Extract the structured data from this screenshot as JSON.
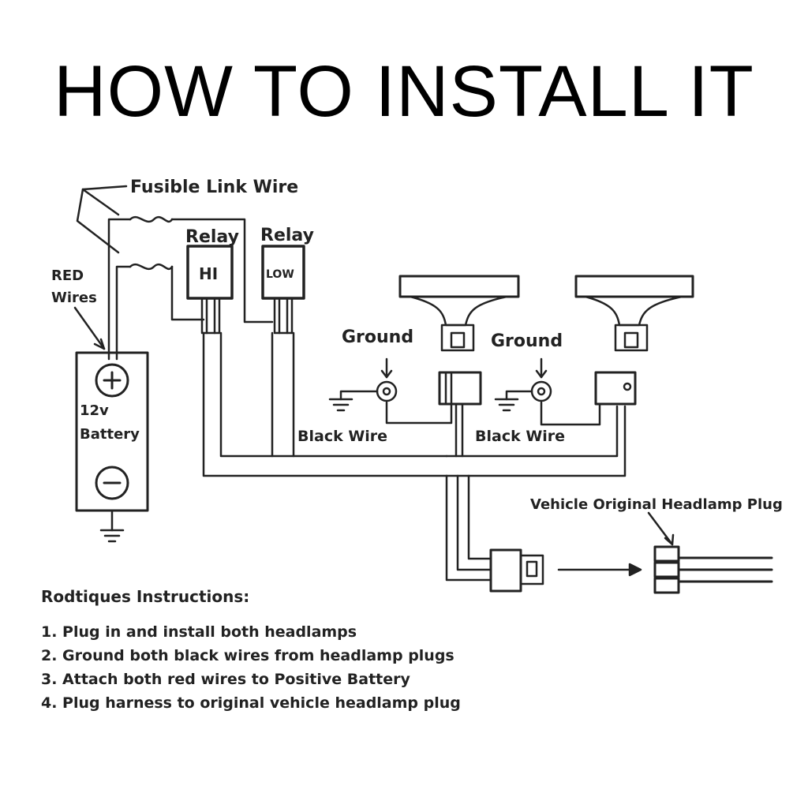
{
  "title": "HOW TO INSTALL IT",
  "labels": {
    "fusible": "Fusible Link Wire",
    "relay_hi": "Relay",
    "relay_low": "Relay",
    "hi": "HI",
    "low": "LOW",
    "red_1": "RED",
    "red_2": "Wires",
    "battery_v": "12v",
    "battery": "Battery",
    "ground_left": "Ground",
    "ground_right": "Ground",
    "black_left": "Black Wire",
    "black_right": "Black Wire",
    "plug": "Vehicle Original Headlamp Plug"
  },
  "instructions": {
    "heading": "Rodtiques Instructions:",
    "steps": [
      "1. Plug in and install both headlamps",
      "2. Ground both black wires from headlamp plugs",
      "3. Attach both red wires to Positive Battery",
      "4. Plug harness to original vehicle headlamp plug"
    ]
  }
}
